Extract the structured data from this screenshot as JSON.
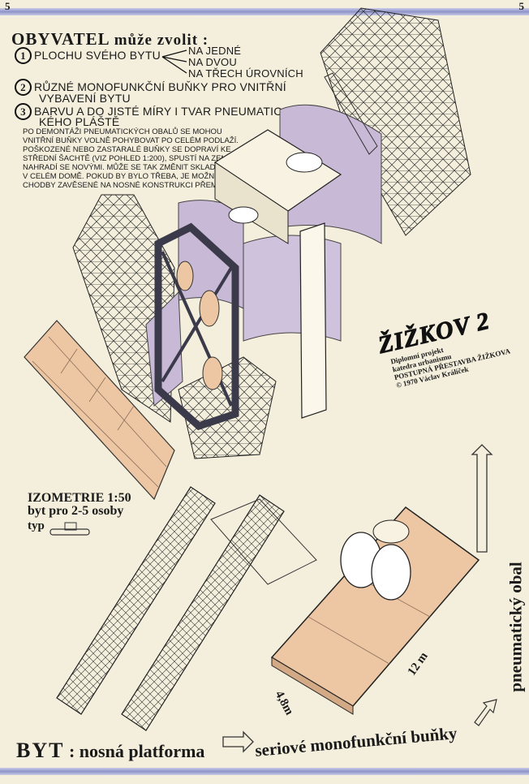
{
  "page": {
    "number_left": "5",
    "number_right": "5"
  },
  "header": {
    "title_main": "OBYVATEL",
    "title_rest": "může zvolit :",
    "options": [
      {
        "num": "1",
        "text": "PLOCHU SVÉHO BYTU",
        "branches": [
          "NA JEDNÉ",
          "NA DVOU",
          "NA TŘECH ÚROVNÍCH"
        ]
      },
      {
        "num": "2",
        "text": "RŮZNÉ MONOFUNKČNÍ BUŇKY PRO VNITŘNÍ",
        "text2": "VYBAVENÍ BYTU"
      },
      {
        "num": "3",
        "text": "BARVU A DO JISTÉ MÍRY I TVAR PNEUMATIC",
        "text2": "KÉHO PLÁŠTĚ"
      }
    ],
    "note": "PO DEMONTÁŽI PNEUMATICKÝCH OBALŮ SE MOHOU VNITŘNÍ BUŇKY VOLNĚ POHYBOVAT PO CELÉM PODLAŽÍ. POŠKOZENÉ NEBO ZASTARALÉ BUŇKY SE DOPRAVÍ KE STŘEDNÍ ŠACHTĚ (VIZ POHLED 1:200), SPUSTÍ NA ZEM A NAHRADÍ SE NOVÝMI. MŮŽE SE TAK ZMĚNIT SKLADBA BYTŮ V CELÉM DOMĚ. POKUD BY BYLO TŘEBA, JE MOŽNÉ VNĚJŠÍ CHODBY ZAVĚSENÉ NA NOSNÉ KONSTRUKCI PŘEMÍSTIT."
  },
  "stamp": {
    "title": "ŽIŽKOV 2",
    "lines": [
      "Diplomní projekt",
      "katedra urbanismu",
      "POSTUPNÁ PŘESTAVBA ŽIŽKOVA",
      "© 1970 Václav Králíček"
    ]
  },
  "izometrie": {
    "line1": "IZOMETRIE 1:50",
    "line2": "byt pro 2-5 osoby",
    "typ": "typ"
  },
  "dimensions": {
    "length": "12 m",
    "width": "4,8m"
  },
  "side_label": "pneumatický obal",
  "footer": {
    "left_bold": "BYT",
    "left_rest": ": nosná platforma",
    "right": "seriové monofunkční buňky"
  },
  "colors": {
    "paper": "#f4efdc",
    "lavender": "#c8b9d6",
    "peach": "#edc7a4",
    "band": "#8e93c9"
  }
}
